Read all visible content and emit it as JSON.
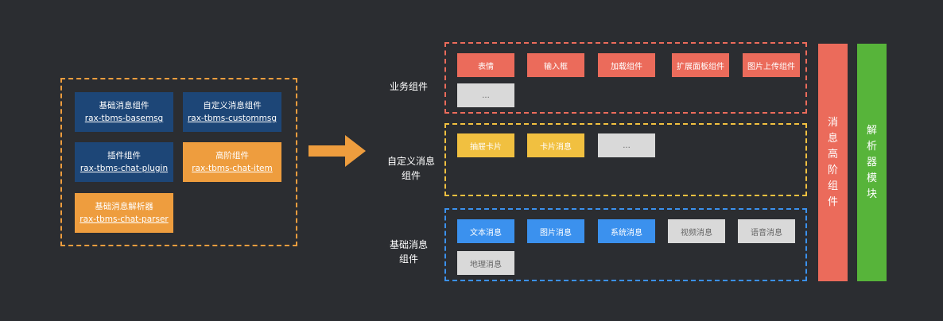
{
  "colors": {
    "background": "#2b2d31",
    "orange": "#ee9d3e",
    "dark_blue": "#1d4677",
    "red": "#eb6b5b",
    "yellow": "#f1c040",
    "blue": "#3b91ee",
    "gray": "#d9d9d9",
    "green": "#57b43a"
  },
  "packages": [
    {
      "name": "基础消息组件",
      "pkg": "rax-tbms-basemsg",
      "color": "dark_blue"
    },
    {
      "name": "自定义消息组件",
      "pkg": "rax-tbms-custommsg",
      "color": "dark_blue"
    },
    {
      "name": "插件组件",
      "pkg": "rax-tbms-chat-plugin",
      "color": "dark_blue"
    },
    {
      "name": "高阶组件",
      "pkg": "rax-tbms-chat-item",
      "color": "orange"
    },
    {
      "name": "基础消息解析器",
      "pkg": "rax-tbms-chat-parser",
      "color": "orange"
    }
  ],
  "rows": {
    "business": {
      "label": [
        "业务组件"
      ],
      "chips": [
        "表情",
        "输入框",
        "加载组件",
        "扩展面板组件",
        "图片上传组件",
        "..."
      ]
    },
    "custom": {
      "label": [
        "自定义消息",
        "组件"
      ],
      "chips": [
        "抽屉卡片",
        "卡片消息",
        "..."
      ]
    },
    "basic": {
      "label": [
        "基础消息",
        "组件"
      ],
      "chips": [
        "文本消息",
        "图片消息",
        "系统消息",
        "视频消息",
        "语音消息",
        "地理消息"
      ]
    }
  },
  "vbars": {
    "high_order": [
      "消",
      "息",
      "高",
      "阶",
      "组",
      "件"
    ],
    "parser": [
      "解",
      "析",
      "器",
      "模",
      "块"
    ]
  }
}
